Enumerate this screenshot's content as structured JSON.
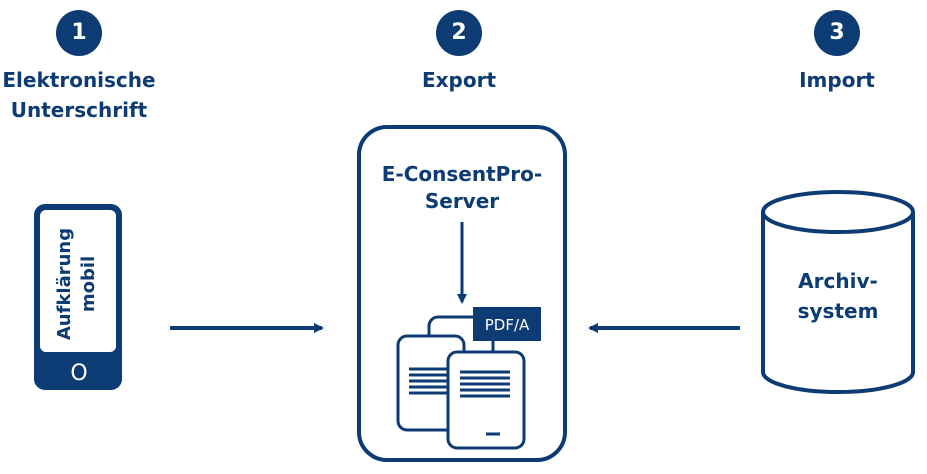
{
  "steps": [
    {
      "number": "1",
      "label": "Elektronische Unterschrift"
    },
    {
      "number": "2",
      "label": "Export"
    },
    {
      "number": "3",
      "label": "Import"
    }
  ],
  "device": {
    "label_line1": "Aufklärung",
    "label_line2": "mobil",
    "home_button": "O"
  },
  "server": {
    "label_line1": "E-ConsentPro-",
    "label_line2": "Server",
    "format_badge": "PDF/A"
  },
  "archive": {
    "label_line1": "Archiv-",
    "label_line2": "system"
  },
  "colors": {
    "primary": "#0d3b73",
    "background": "#ffffff"
  }
}
